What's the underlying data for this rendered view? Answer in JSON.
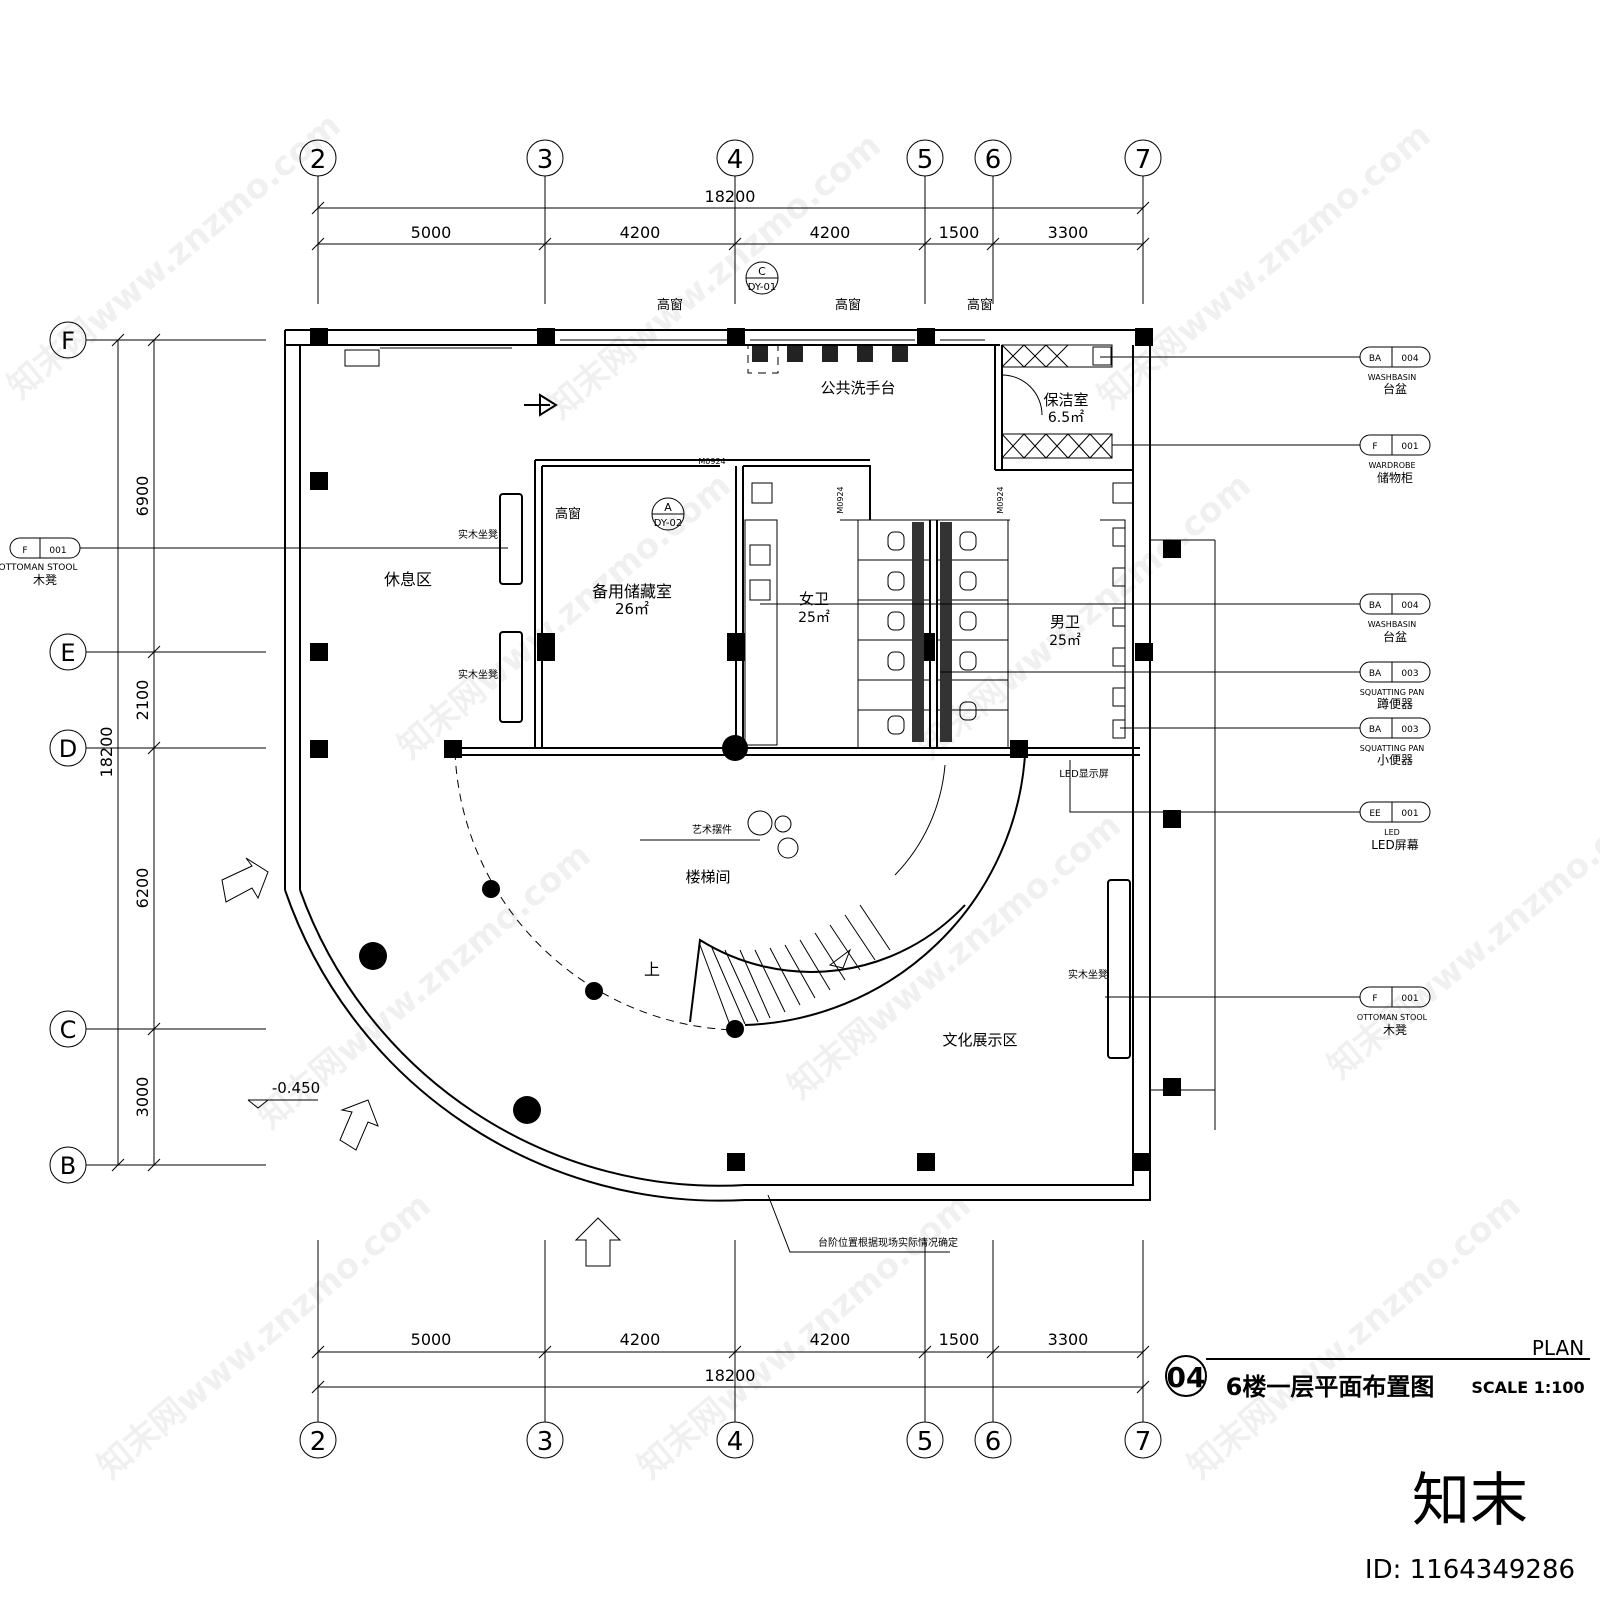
{
  "title": {
    "number": "04",
    "name": "6楼一层平面布置图",
    "plan_label": "PLAN",
    "scale": "SCALE 1:100"
  },
  "grid_columns": [
    "2",
    "3",
    "4",
    "5",
    "6",
    "7"
  ],
  "grid_rows": [
    "F",
    "E",
    "D",
    "C",
    "B"
  ],
  "dims_top": {
    "total": "18200",
    "segments": [
      "5000",
      "4200",
      "4200",
      "1500",
      "3300"
    ]
  },
  "dims_bottom": {
    "total": "18200",
    "segments": [
      "5000",
      "4200",
      "4200",
      "1500",
      "3300"
    ]
  },
  "dims_left": {
    "total": "18200",
    "segments": [
      "6900",
      "2100",
      "6200",
      "3000"
    ]
  },
  "rooms": {
    "rest_area": "休息区",
    "storage": "备用储藏室",
    "storage_area": "26㎡",
    "womens": "女卫",
    "womens_area": "25㎡",
    "mens": "男卫",
    "mens_area": "25㎡",
    "janitor": "保洁室",
    "janitor_area": "6.5㎡",
    "public_wash": "公共洗手台",
    "stairwell": "楼梯间",
    "culture": "文化展示区"
  },
  "labels": {
    "high_window": "高窗",
    "wood_bench": "实木坐凳",
    "art_piece": "艺术摆件",
    "led_screen": "LED显示屏",
    "up": "上",
    "level": "-0.450",
    "step_note": "台阶位置根据现场实际情况确定",
    "door_code": "M0924"
  },
  "section_marks": [
    {
      "top": "C",
      "bottom": "DY-01"
    },
    {
      "top": "A",
      "bottom": "DY-02"
    }
  ],
  "tags_right": [
    {
      "code": "BA",
      "num": "004",
      "en": "WASHBASIN",
      "cn": "台盆"
    },
    {
      "code": "F",
      "num": "001",
      "en": "WARDROBE",
      "cn": "储物柜"
    },
    {
      "code": "BA",
      "num": "004",
      "en": "WASHBASIN",
      "cn": "台盆"
    },
    {
      "code": "BA",
      "num": "003",
      "en": "SQUATTING PAN",
      "cn": "蹲便器"
    },
    {
      "code": "BA",
      "num": "003",
      "en": "SQUATTING PAN",
      "cn": "小便器"
    },
    {
      "code": "EE",
      "num": "001",
      "en": "LED",
      "cn": "LED屏幕"
    },
    {
      "code": "F",
      "num": "001",
      "en": "OTTOMAN STOOL",
      "cn": "木凳"
    }
  ],
  "tag_left": {
    "code": "F",
    "num": "001",
    "en": "OTTOMAN STOOL",
    "cn": "木凳"
  },
  "watermark": {
    "text": "知末网www.znzmo.com",
    "logo": "知末",
    "id": "ID: 1164349286"
  }
}
